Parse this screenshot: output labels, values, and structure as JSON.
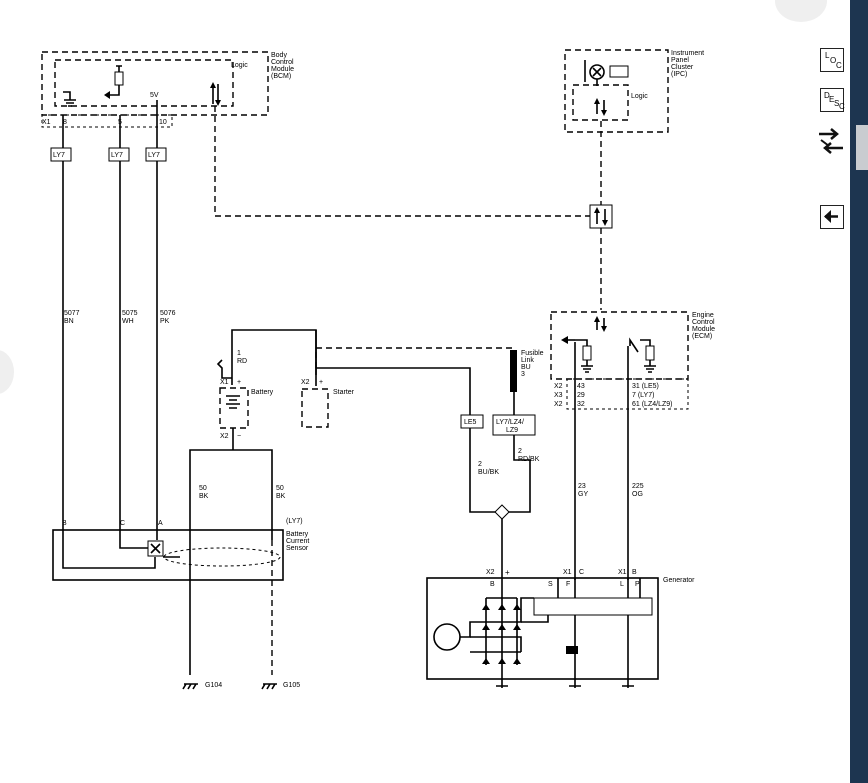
{
  "bcm": {
    "name_lines": [
      "Body",
      "Control",
      "Module",
      "(BCM)"
    ],
    "logic": "Logic",
    "v5": "5V",
    "conn": "X1",
    "pins": [
      "8",
      "5",
      "10"
    ]
  },
  "ipc": {
    "name_lines": [
      "Instrument",
      "Panel",
      "Cluster",
      "(IPC)"
    ],
    "logic": "Logic"
  },
  "ecm": {
    "name_lines": [
      "Engine",
      "Control",
      "Module",
      "(ECM)"
    ],
    "conns": [
      "X2",
      "X3",
      "X2"
    ],
    "pins_left": [
      "43",
      "29",
      "32"
    ],
    "pins_right": [
      "31 (LE5)",
      "7 (LY7)",
      "61 (LZ4/LZ9)"
    ]
  },
  "tags": {
    "ly7": "LY7",
    "le5": "LE5",
    "ly7_lz4": "LY7/LZ4/",
    "lz9": "LZ9",
    "ly7_paren": "(LY7)"
  },
  "wires": {
    "w5077": [
      "5077",
      "BN"
    ],
    "w5075": [
      "5075",
      "WH"
    ],
    "w5076": [
      "5076",
      "PK"
    ],
    "w1rd": [
      "1",
      "RD"
    ],
    "w50a": [
      "50",
      "BK"
    ],
    "w50b": [
      "50",
      "BK"
    ],
    "w2bu": [
      "2",
      "BU/BK"
    ],
    "w2rd": [
      "2",
      "RD/BK"
    ],
    "w23": [
      "23",
      "GY"
    ],
    "w225": [
      "225",
      "OG"
    ]
  },
  "battery": {
    "label": "Battery",
    "x1": "X1",
    "x2": "X2",
    "plus": "+",
    "minus": "−"
  },
  "starter": {
    "label": "Starter",
    "x2": "X2",
    "plus": "+"
  },
  "fusible": {
    "lines": [
      "Fusible",
      "Link",
      "BU",
      "3"
    ]
  },
  "bcs": {
    "lines": [
      "Battery",
      "Current",
      "Sensor"
    ],
    "pins": [
      "B",
      "C",
      "A"
    ]
  },
  "generator": {
    "label": "Generator",
    "x2": "X2",
    "plus": "+",
    "b": "B",
    "x1a": "X1",
    "c": "C",
    "x1b": "X1",
    "bpin": "B",
    "s": "S",
    "f": "F",
    "l": "L",
    "p": "P"
  },
  "grounds": {
    "g104": "G104",
    "g105": "G105"
  },
  "sidebar": {
    "loc": {
      "top": "L",
      "mid": "O",
      "sub": "C"
    },
    "desc": {
      "top": "D",
      "mid": "E",
      "sub1": "S",
      "sub2": "C"
    }
  },
  "icons": [
    "swap-arrows-icon",
    "back-arrow-icon"
  ]
}
